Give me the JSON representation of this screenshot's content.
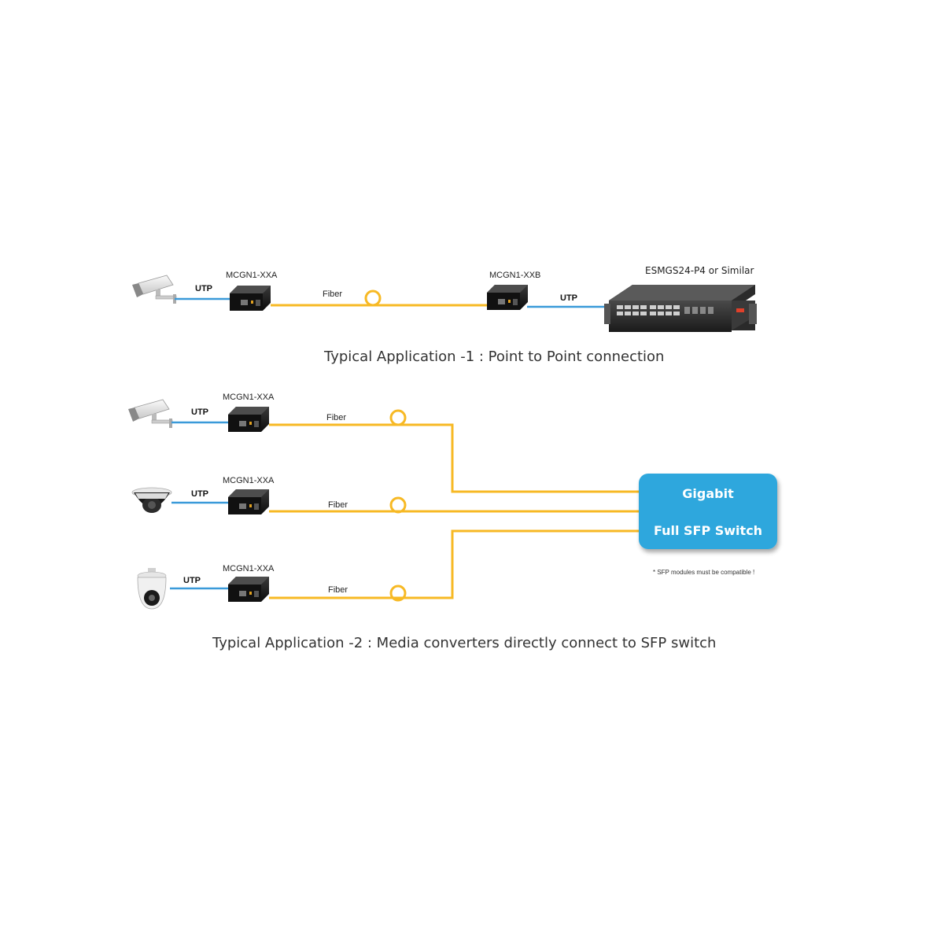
{
  "colors": {
    "fiber": "#f7b924",
    "utp": "#3a9ad9",
    "switch_fill": "#2ea7dd",
    "device_dark": "#151515"
  },
  "app1": {
    "utp_left": "UTP",
    "converter_a": "MCGN1-XXA",
    "fiber": "Fiber",
    "converter_b": "MCGN1-XXB",
    "utp_right": "UTP",
    "switch_label": "ESMGS24-P4 or Similar",
    "caption": "Typical Application -1 : Point to Point connection"
  },
  "app2": {
    "rows": [
      {
        "camera": "box-camera",
        "utp": "UTP",
        "converter": "MCGN1-XXA",
        "fiber": "Fiber"
      },
      {
        "camera": "dome-camera",
        "utp": "UTP",
        "converter": "MCGN1-XXA",
        "fiber": "Fiber"
      },
      {
        "camera": "ptz-camera",
        "utp": "UTP",
        "converter": "MCGN1-XXA",
        "fiber": "Fiber"
      }
    ],
    "switch_line1": "Gigabit",
    "switch_line2": "Full SFP Switch",
    "note": "* SFP modules must be compatible !",
    "caption": "Typical Application -2 : Media converters directly connect to SFP switch"
  }
}
